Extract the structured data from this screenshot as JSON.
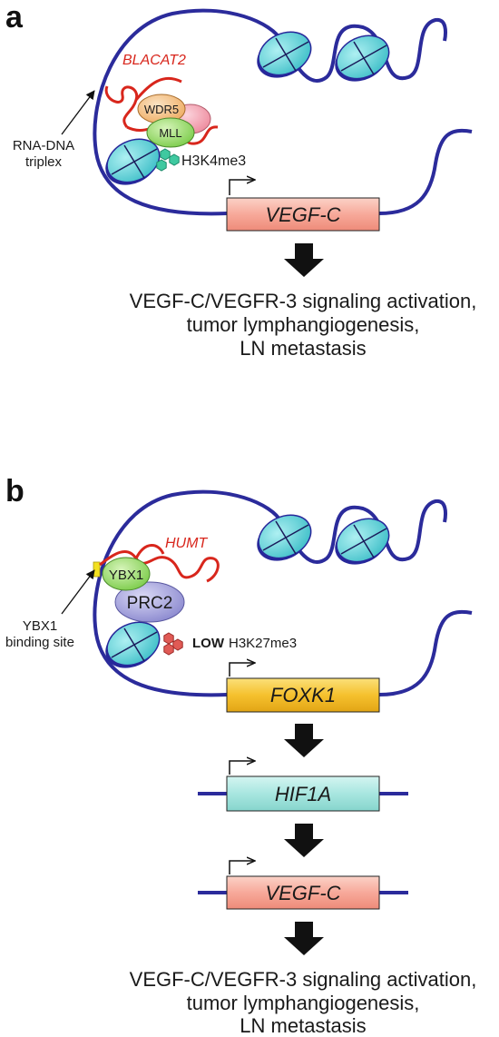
{
  "panel_a": {
    "label": "a",
    "lncrna": "BLACAT2",
    "triplex_line1": "RNA-DNA",
    "triplex_line2": "triplex",
    "protein1": "WDR5",
    "protein2": "MLL",
    "mark": "H3K4me3",
    "gene": "VEGF-C",
    "outcome": [
      "VEGF-C/VEGFR-3 signaling activation,",
      "tumor lymphangiogenesis,",
      "LN metastasis"
    ]
  },
  "panel_b": {
    "label": "b",
    "lncrna": "HUMT",
    "site_line1": "YBX1",
    "site_line2": "binding site",
    "protein1": "YBX1",
    "protein2": "PRC2",
    "mark_prefix": "LOW",
    "mark": "H3K27me3",
    "gene1": "FOXK1",
    "gene2": "HIF1A",
    "gene3": "VEGF-C",
    "outcome": [
      "VEGF-C/VEGFR-3 signaling activation,",
      "tumor lymphangiogenesis,",
      "LN metastasis"
    ]
  },
  "colors": {
    "dna": "#2b2b9b",
    "rna": "#d8261c",
    "nucleosome": "#5fcfd6",
    "vegfc_box": "#f7a99a",
    "foxk1_box": "#f5c12e",
    "hif1a_box": "#a8e6e0",
    "wdr5": "#f3c28a",
    "mll": "#9fdc72",
    "ybx1": "#9fdc72",
    "prc2": "#a7a6dc",
    "h3k4me3": "#3fc9a0",
    "h3k27me3": "#e05a55"
  },
  "icons": [
    "promoter-arrow-icon",
    "down-arrow-icon",
    "nucleosome-icon",
    "histone-mark-icon"
  ]
}
